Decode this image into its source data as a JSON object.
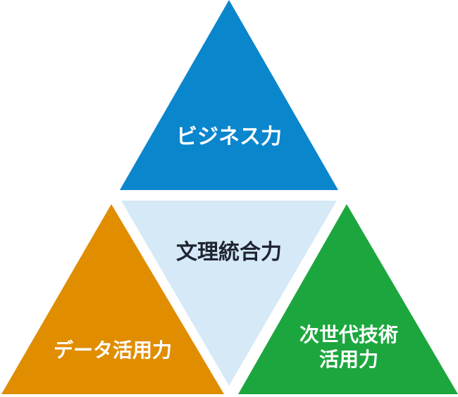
{
  "diagram": {
    "top": {
      "label": "ビジネス力",
      "color": "#0a86cd"
    },
    "center": {
      "label": "文理統合力",
      "color": "#d5e9f7"
    },
    "left": {
      "label": "データ活用力",
      "color": "#e08d00"
    },
    "right": {
      "label_line1": "次世代技術",
      "label_line2": "活用力",
      "color": "#1ca73e"
    }
  }
}
